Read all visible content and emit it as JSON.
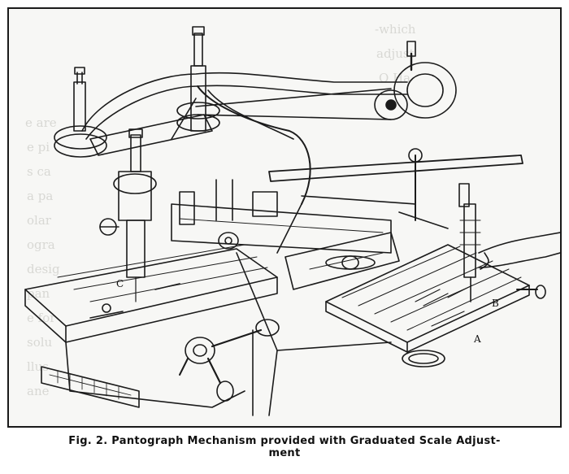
{
  "figure": {
    "labels": {
      "a": "A",
      "b": "B",
      "c": "C"
    },
    "bleed_through_text": [
      "-which",
      "adjust",
      "O Ha",
      "e are",
      "e pi",
      "s ca",
      "a pa",
      "olar",
      "ogra",
      "desig",
      "pan",
      "e for",
      "solu",
      "llus",
      "ane"
    ]
  },
  "caption": {
    "line1": "Fig. 2.  Pantograph Mechanism provided with Graduated Scale Adjust-",
    "line2": "ment"
  }
}
